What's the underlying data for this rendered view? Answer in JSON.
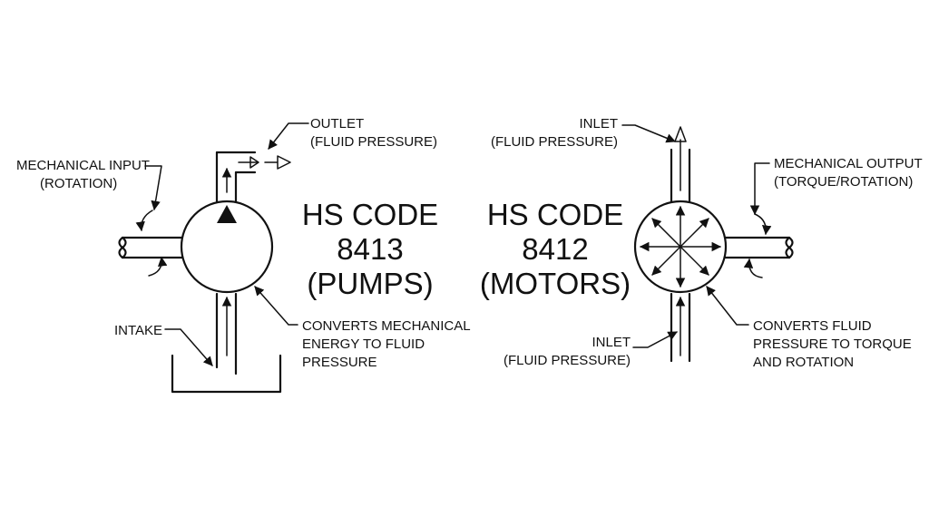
{
  "pump": {
    "outlet_label": [
      "OUTLET",
      "(FLUID PRESSURE)"
    ],
    "input_label": [
      "MECHANICAL INPUT",
      "(ROTATION)"
    ],
    "intake_label": "INTAKE",
    "converts_label": [
      "CONVERTS MECHANICAL",
      "ENERGY TO FLUID",
      "PRESSURE"
    ],
    "title": [
      "HS CODE",
      "8413",
      "(PUMPS)"
    ]
  },
  "motor": {
    "inlet_top_label": [
      "INLET",
      "(FLUID PRESSURE)"
    ],
    "output_label": [
      "MECHANICAL OUTPUT",
      "(TORQUE/ROTATION)"
    ],
    "inlet_bottom_label": [
      "INLET",
      "(FLUID PRESSURE)"
    ],
    "converts_label": [
      "CONVERTS FLUID",
      "PRESSURE TO TORQUE",
      "AND ROTATION"
    ],
    "title": [
      "HS CODE",
      "8412",
      "(MOTORS)"
    ]
  },
  "colors": {
    "ink": "#111111",
    "background": "#ffffff"
  }
}
